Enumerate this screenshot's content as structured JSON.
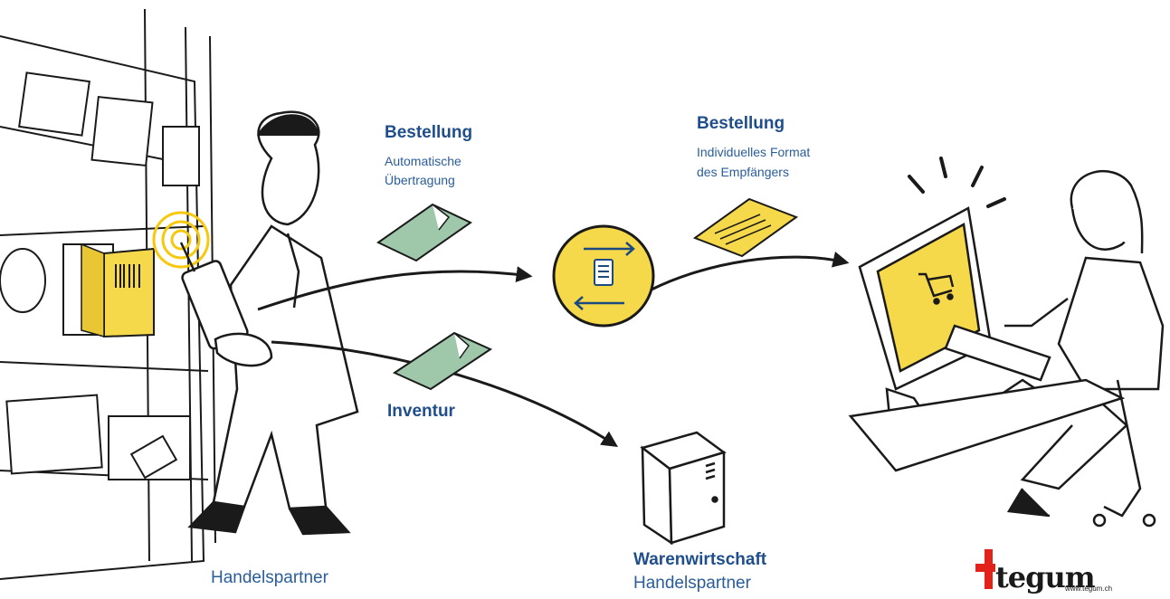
{
  "labels": {
    "order1_title": "Bestellung",
    "order1_sub1": "Automatische",
    "order1_sub2": "Übertragung",
    "order2_title": "Bestellung",
    "order2_sub1": "Individuelles Format",
    "order2_sub2": "des Empfängers",
    "inventory_title": "Inventur",
    "partner_left": "Handelspartner",
    "erp_title": "Warenwirtschaft",
    "erp_sub": "Handelspartner"
  },
  "logo": {
    "word": "tegum",
    "url": "www.tegum.ch"
  },
  "colors": {
    "label_blue": "#1f4e8c",
    "accent_yellow": "#f6d94a",
    "doc_green": "#9fc7aa",
    "logo_red": "#e2231a",
    "ink": "#1a1a1a"
  }
}
